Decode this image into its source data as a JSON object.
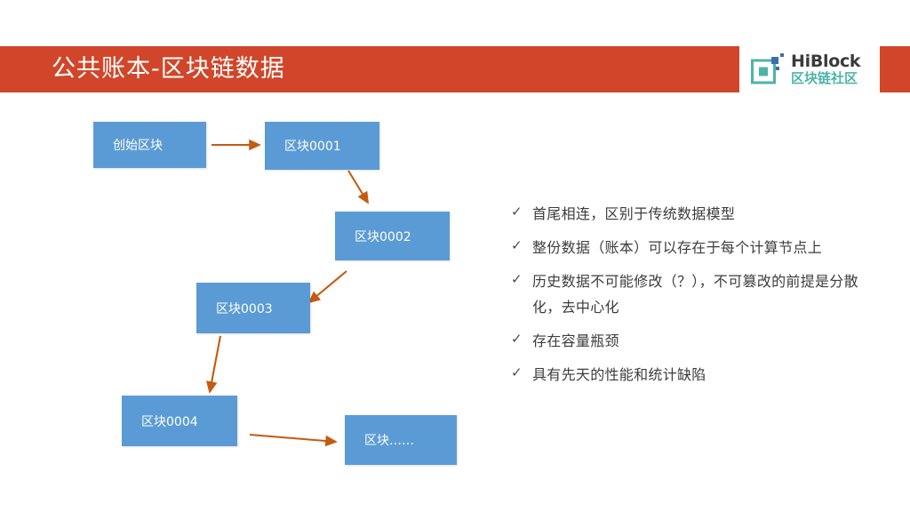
{
  "slide": {
    "title": "公共账本-区块链数据",
    "accent_color": "#d1462a",
    "node_color": "#5b9bd5",
    "arrow_color": "#c55a11"
  },
  "logo": {
    "name": "HiBlock",
    "subtitle": "区块链社区",
    "mark_color": "#4cb5a8",
    "mark_icon": "blockchain-square-icon"
  },
  "diagram": {
    "nodes": [
      {
        "id": "genesis",
        "label": "创始区块"
      },
      {
        "id": "block0001",
        "label": "区块0001"
      },
      {
        "id": "block0002",
        "label": "区块0002"
      },
      {
        "id": "block0003",
        "label": "区块0003"
      },
      {
        "id": "block0004",
        "label": "区块0004"
      },
      {
        "id": "blockmore",
        "label": "区块……"
      }
    ]
  },
  "bullets": {
    "marker": "✓",
    "items": [
      "首尾相连，区别于传统数据模型",
      "整份数据（账本）可以存在于每个计算节点上",
      "历史数据不可能修改（？），不可篡改的前提是分散化，去中心化",
      "存在容量瓶颈",
      "具有先天的性能和统计缺陷"
    ]
  }
}
